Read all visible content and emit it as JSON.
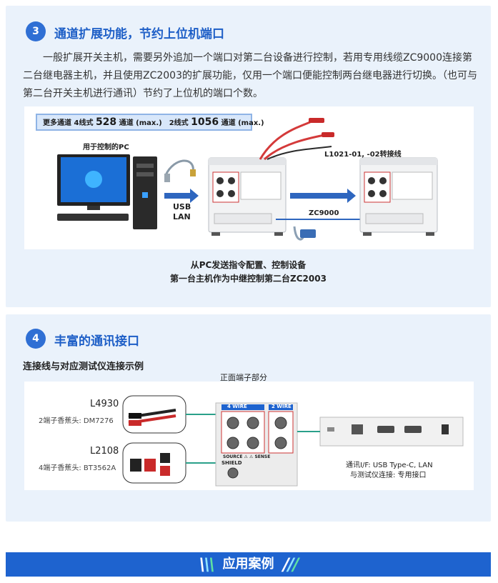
{
  "section3": {
    "number": "3",
    "title": "通道扩展功能，节约上位机端口",
    "paragraph": "一般扩展开关主机，需要另外追加一个端口对第二台设备进行控制，若用专用线缆ZC9000连接第二台继电器主机，并且使用ZC2003的扩展功能，仅用一个端口便能控制两台继电器进行切换。（也可与第二台开关主机进行通讯）节约了上位机的端口个数。",
    "badge": {
      "prefix": "更多通道 4线式",
      "num1": "528",
      "mid": "通道 (max.)　2线式",
      "num2": "1056",
      "suffix": "通道 (max.)"
    },
    "pc_label": "用于控制的PC",
    "usb_label": "USB",
    "lan_label": "LAN",
    "cable_label": "L1021-01, -02转接线",
    "zc_label": "ZC9000",
    "caption_line1": "从PC发送指令配置、控制设备",
    "caption_line2": "第一台主机作为中继控制第二台ZC2003"
  },
  "section4": {
    "number": "4",
    "title": "丰富的通讯接口",
    "subtitle": "连接线与对应测试仪连接示例",
    "front_label": "正面端子部分",
    "probe1_name": "L4930",
    "probe1_sub": "2端子香蕉头: DM7276",
    "probe2_name": "L2108",
    "probe2_sub": "4端子香蕉头: BT3562A",
    "wire4": "4 WIRE",
    "wire2": "2 WIRE",
    "source_sense": "SOURCE ⚠ ⚠ SENSE",
    "shield": "SHIELD",
    "comm_line1": "通讯I/F: USB Type-C, LAN",
    "comm_line2": "与测试仪连接: 专用接口"
  },
  "footer": {
    "title": "应用案例"
  },
  "colors": {
    "accent": "#1e5fc7",
    "card_bg": "#eaf2fb",
    "footer_bg": "#1e63cf"
  }
}
